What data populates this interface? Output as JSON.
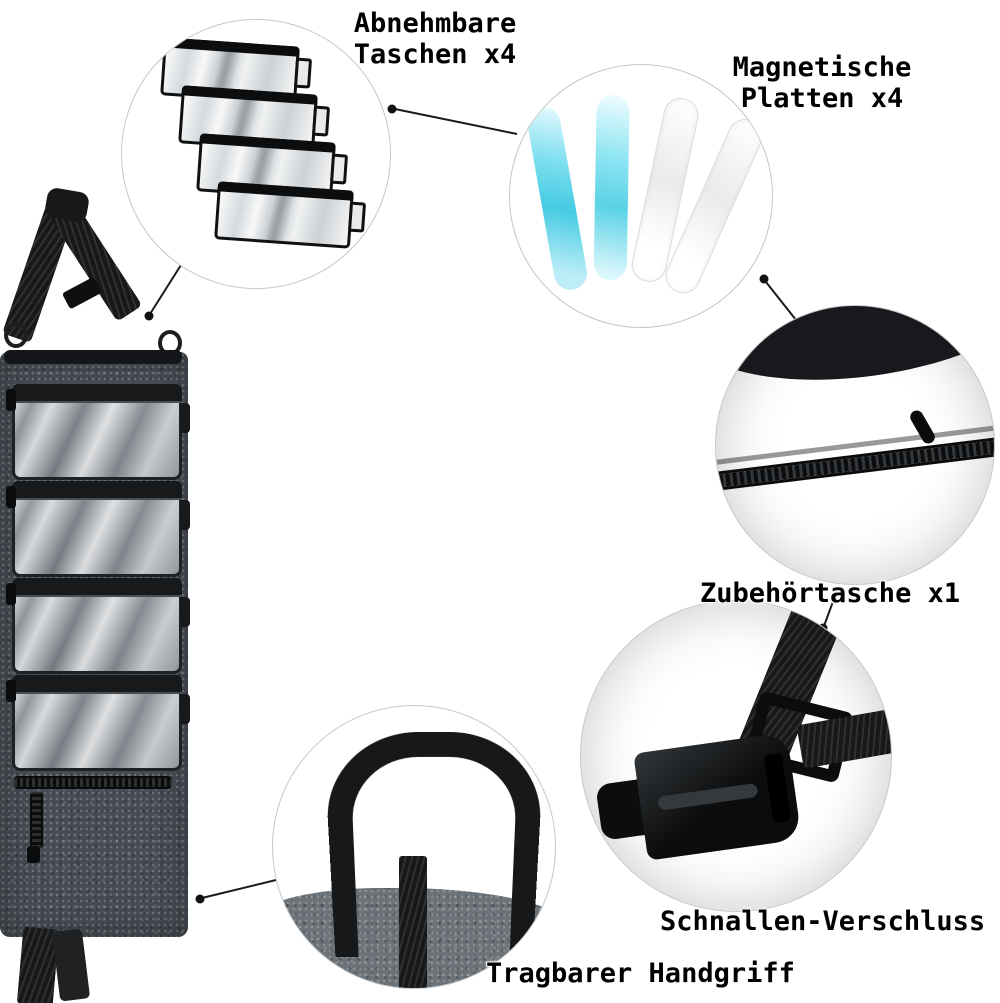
{
  "labels": {
    "pouches": {
      "line1": "Abnehmbare",
      "line2": "Taschen x4"
    },
    "magnets": {
      "line1": "Magnetische",
      "line2": "Platten x4"
    },
    "accessory_pocket": "Zubehörtasche x1",
    "buckle": "Schnallen-Verschluss",
    "handle": "Tragbarer Handgriff"
  },
  "colors": {
    "background": "#ffffff",
    "text": "#000000",
    "felt_light": "#6b7278",
    "felt_dark": "#454c53",
    "strap_black": "#17181a",
    "magnet_cyan": "#45cbe2",
    "circle_border": "#c3c7ca",
    "line": "#1a1a1a"
  }
}
